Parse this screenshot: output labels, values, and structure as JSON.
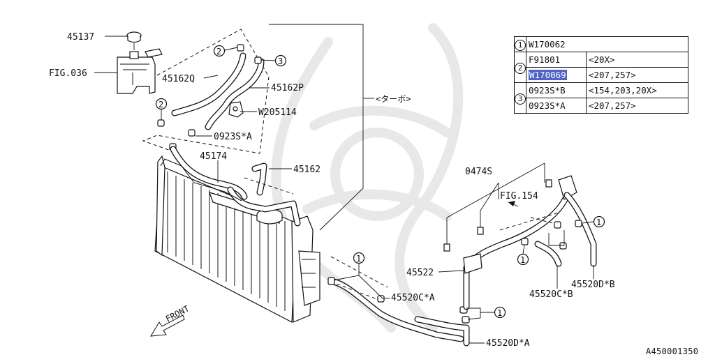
{
  "diagram": {
    "labels": {
      "p45137": "45137",
      "fig036": "FIG.036",
      "p45162Q": "45162Q",
      "p45162P": "45162P",
      "pW205114": "W205114",
      "p0923SA": "0923S*A",
      "p45174": "45174",
      "p45162": "45162",
      "turbo": "<ターボ>",
      "p0474S": "0474S",
      "fig154": "FIG.154",
      "p45522": "45522",
      "p45520CA": "45520C*A",
      "p45520CB": "45520C*B",
      "p45520DA": "45520D*A",
      "p45520DB": "45520D*B",
      "front": "FRONT"
    },
    "callouts": {
      "c1": "1",
      "c2": "2",
      "c3": "3"
    },
    "legend": [
      {
        "ref": "1",
        "part": "W170062",
        "applies": ""
      },
      {
        "ref": "2",
        "part": "F91801",
        "applies": "<20X>"
      },
      {
        "ref": "",
        "part": "W170069",
        "applies": "<207,257>",
        "selected": true
      },
      {
        "ref": "3",
        "part": "0923S*B",
        "applies": "<154,203,20X>"
      },
      {
        "ref": "",
        "part": "0923S*A",
        "applies": "<207,257>"
      }
    ],
    "doc_id": "A450001350",
    "colors": {
      "highlight": "#4f63c4",
      "ink": "#111111"
    }
  }
}
